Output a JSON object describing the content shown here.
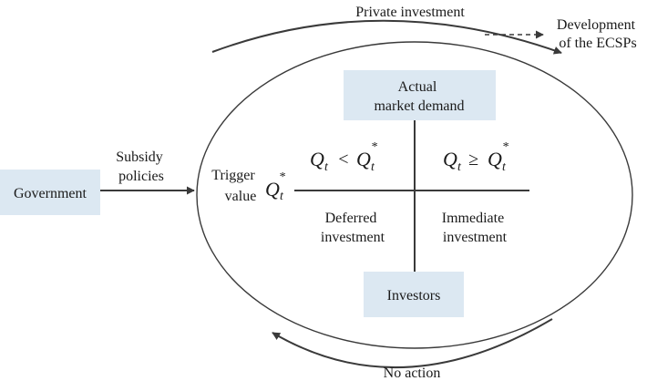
{
  "colors": {
    "box_fill": "#dce8f2",
    "line": "#3a3a3a"
  },
  "labels": {
    "private_investment": "Private investment",
    "development": [
      "Development",
      "of the ECSPs"
    ],
    "government": "Government",
    "subsidy_policies": [
      "Subsidy",
      "policies"
    ],
    "trigger_value": [
      "Trigger",
      "value"
    ],
    "actual_market_demand": [
      "Actual",
      "market demand"
    ],
    "deferred_investment": [
      "Deferred",
      "investment"
    ],
    "immediate_investment": [
      "Immediate",
      "investment"
    ],
    "investors": "Investors",
    "no_action": "No action"
  },
  "math": {
    "trigger_symbol": {
      "base": "Q",
      "sup": "*",
      "sub": "t"
    },
    "left_condition": {
      "lhs": "Q",
      "lhs_sub": "t",
      "op": "<",
      "rhs": "Q",
      "rhs_sub": "t",
      "rhs_sup": "*"
    },
    "right_condition": {
      "lhs": "Q",
      "lhs_sub": "t",
      "op": "≥",
      "rhs": "Q",
      "rhs_sub": "t",
      "rhs_sup": "*"
    }
  }
}
